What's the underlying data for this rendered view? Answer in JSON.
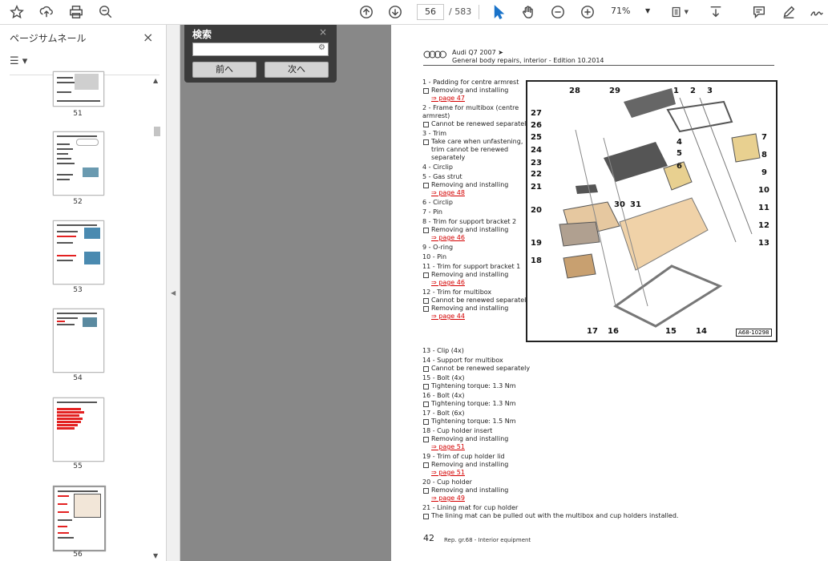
{
  "toolbar": {
    "icons": [
      "star-icon",
      "upload-icon",
      "print-icon",
      "zoom-search-icon",
      "page-up-icon",
      "page-down-icon",
      "select-cursor-icon",
      "hand-icon",
      "zoom-out-icon",
      "zoom-in-icon",
      "fit-page-icon",
      "scroll-mode-icon",
      "comment-icon",
      "pen-icon",
      "sign-icon"
    ],
    "page_current": "56",
    "page_total": "/  583",
    "zoom_value": "71%"
  },
  "sidebar": {
    "title": "ページサムネール",
    "close": "×",
    "options_icon": "☰ ▾",
    "thumbnails": [
      {
        "num": "51"
      },
      {
        "num": "52"
      },
      {
        "num": "53"
      },
      {
        "num": "54"
      },
      {
        "num": "55"
      },
      {
        "num": "56"
      }
    ]
  },
  "search": {
    "title": "検索",
    "close": "×",
    "value": "",
    "prev": "前へ",
    "next": "次へ"
  },
  "document": {
    "header_title": "Audi Q7 2007 ➤",
    "header_sub": "General body repairs, interior - Edition 10.2014",
    "items": [
      {
        "title": "1 - Padding for centre armrest",
        "subs": [
          {
            "text": "Removing and installing",
            "link": "⇒ page 47"
          }
        ]
      },
      {
        "title": "2 - Frame for multibox (centre armrest)",
        "subs": [
          {
            "text": "Cannot be renewed separately",
            "link": ""
          }
        ]
      },
      {
        "title": "3 - Trim",
        "subs": [
          {
            "text": "Take care when unfastening, trim cannot be renewed separately",
            "link": ""
          }
        ]
      },
      {
        "title": "4 - Circlip",
        "subs": []
      },
      {
        "title": "5 - Gas strut",
        "subs": [
          {
            "text": "Removing and installing",
            "link": "⇒ page 48"
          }
        ]
      },
      {
        "title": "6 - Circlip",
        "subs": []
      },
      {
        "title": "7 - Pin",
        "subs": []
      },
      {
        "title": "8 - Trim for support bracket 2",
        "subs": [
          {
            "text": "Removing and installing",
            "link": "⇒ page 46"
          }
        ]
      },
      {
        "title": "9 - O-ring",
        "subs": []
      },
      {
        "title": "10 - Pin",
        "subs": []
      },
      {
        "title": "11 - Trim for support bracket 1",
        "subs": [
          {
            "text": "Removing and installing",
            "link": "⇒ page 46"
          }
        ]
      },
      {
        "title": "12 - Trim for multibox",
        "subs": [
          {
            "text": "Cannot be renewed separately",
            "link": ""
          },
          {
            "text": "Removing and installing",
            "link": "⇒ page 44"
          }
        ]
      }
    ],
    "items_wide": [
      {
        "title": "13 - Clip (4x)",
        "subs": []
      },
      {
        "title": "14 - Support for multibox",
        "subs": [
          {
            "text": "Cannot be renewed separately",
            "link": ""
          }
        ]
      },
      {
        "title": "15 - Bolt (4x)",
        "subs": [
          {
            "text": "Tightening torque: 1.3 Nm",
            "link": ""
          }
        ]
      },
      {
        "title": "16 - Bolt (4x)",
        "subs": [
          {
            "text": "Tightening torque: 1.3 Nm",
            "link": ""
          }
        ]
      },
      {
        "title": "17 - Bolt (6x)",
        "subs": [
          {
            "text": "Tightening torque: 1.5 Nm",
            "link": ""
          }
        ]
      },
      {
        "title": "18 - Cup holder insert",
        "subs": [
          {
            "text": "Removing and installing",
            "link": "⇒ page 51"
          }
        ]
      },
      {
        "title": "19 - Trim of cup holder lid",
        "subs": [
          {
            "text": "Removing and installing",
            "link": "⇒ page 51"
          }
        ]
      },
      {
        "title": "20 - Cup holder",
        "subs": [
          {
            "text": "Removing and installing",
            "link": "⇒ page 49"
          }
        ]
      },
      {
        "title": "21 - Lining mat for cup holder",
        "subs": [
          {
            "text": "The lining mat can be pulled out with the multibox and cup holders installed.",
            "link": ""
          }
        ]
      }
    ],
    "figure_labels": [
      "1",
      "2",
      "3",
      "4",
      "5",
      "6",
      "7",
      "8",
      "9",
      "10",
      "11",
      "12",
      "13",
      "14",
      "15",
      "16",
      "17",
      "18",
      "19",
      "20",
      "21",
      "22",
      "23",
      "24",
      "25",
      "26",
      "27",
      "28",
      "29",
      "30",
      "31"
    ],
    "figure_code": "A68-10298",
    "footer_page": "42",
    "footer_text": "Rep. gr.68 - Interior equipment"
  }
}
